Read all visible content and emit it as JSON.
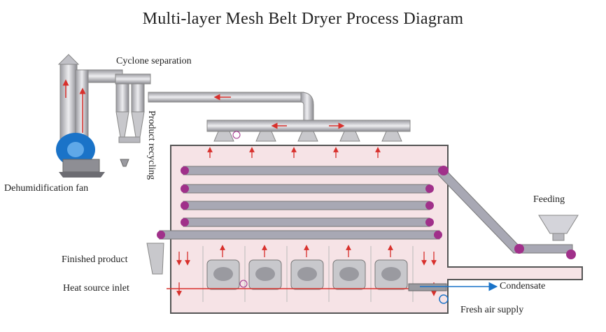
{
  "title": "Multi-layer Mesh Belt Dryer Process Diagram",
  "labels": {
    "cyclone": "Cyclone separation",
    "product_recycling": "Product recycling",
    "dehumidification_fan": "Dehumidification fan",
    "feeding": "Feeding",
    "finished_product": "Finished product",
    "heat_source_inlet": "Heat source inlet",
    "condensate": "Condensate",
    "fresh_air_supply": "Fresh air supply"
  },
  "colors": {
    "pipe": "#c8c8cc",
    "pipe_dark": "#8e8e94",
    "chamber": "#f6e3e6",
    "belt": "#a8a8b4",
    "roller": "#a0308a",
    "hot_air": "#d8302c",
    "fan_blue": "#1a73c8",
    "condensate": "#1a73c8"
  }
}
